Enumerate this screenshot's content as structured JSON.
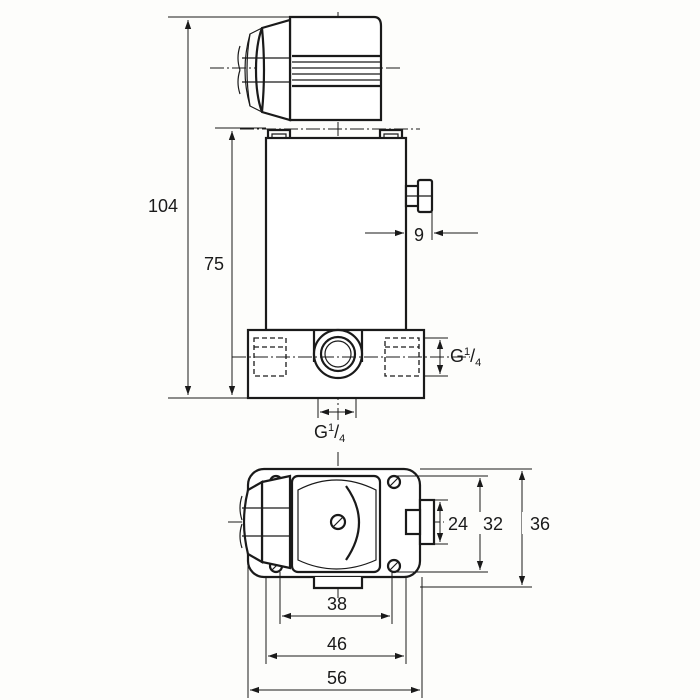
{
  "side_view": {
    "dim_overall_height": "104",
    "dim_body_height": "75",
    "dim_button": "9",
    "port_side_thread": {
      "main": "G",
      "num": "1",
      "slash": "/",
      "den": "4"
    },
    "port_bottom_thread": {
      "main": "G",
      "num": "1",
      "slash": "/",
      "den": "4"
    }
  },
  "top_view": {
    "dim_width_overall": "56",
    "dim_mount_spacing": "46",
    "dim_inner_width": "38",
    "dim_depth_inner": "24",
    "dim_depth_mount": "32",
    "dim_depth_overall": "36"
  }
}
